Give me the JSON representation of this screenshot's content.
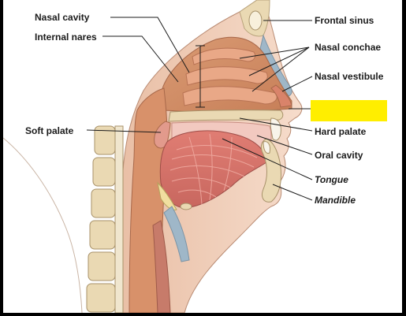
{
  "labels": {
    "nasal_cavity": "Nasal cavity",
    "internal_nares": "Internal nares",
    "soft_palate": "Soft palate",
    "frontal_sinus": "Frontal sinus",
    "nasal_conchae": "Nasal conchae",
    "nasal_vestibule": "Nasal vestibule",
    "hard_palate": "Hard palate",
    "oral_cavity": "Oral cavity",
    "tongue": "Tongue",
    "mandible": "Mandible"
  },
  "colors": {
    "background": "#ffffff",
    "frame": "#000000",
    "skin": "#f3d3bf",
    "cavity_tissue": "#d48f66",
    "muscle": "#d0706a",
    "bone": "#ead9b3",
    "hidden_label_box": "#ffee00"
  }
}
